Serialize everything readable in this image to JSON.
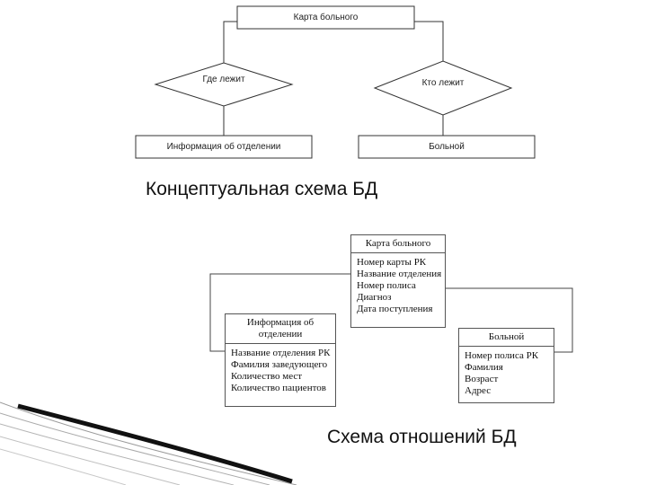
{
  "conceptual": {
    "root": "Карта больного",
    "relation_left": "Где лежит",
    "relation_right": "Кто лежит",
    "entity_left": "Информация об отделении",
    "entity_right": "Больной",
    "caption": "Концептуальная схема БД"
  },
  "relational": {
    "caption": "Схема отношений БД",
    "tables": {
      "card": {
        "title": "Карта больного",
        "fields": [
          "Номер карты РК",
          "Название отделения",
          "Номер полиса",
          "Диагноз",
          "Дата поступления"
        ]
      },
      "department": {
        "title": "Информация об отделении",
        "fields": [
          "Название отделения РК",
          "Фамилия заведующего",
          "Количество мест",
          "Количество пациентов"
        ]
      },
      "patient": {
        "title": "Больной",
        "fields": [
          "Номер полиса РК",
          "Фамилия",
          "Возраст",
          "Адрес"
        ]
      }
    }
  }
}
